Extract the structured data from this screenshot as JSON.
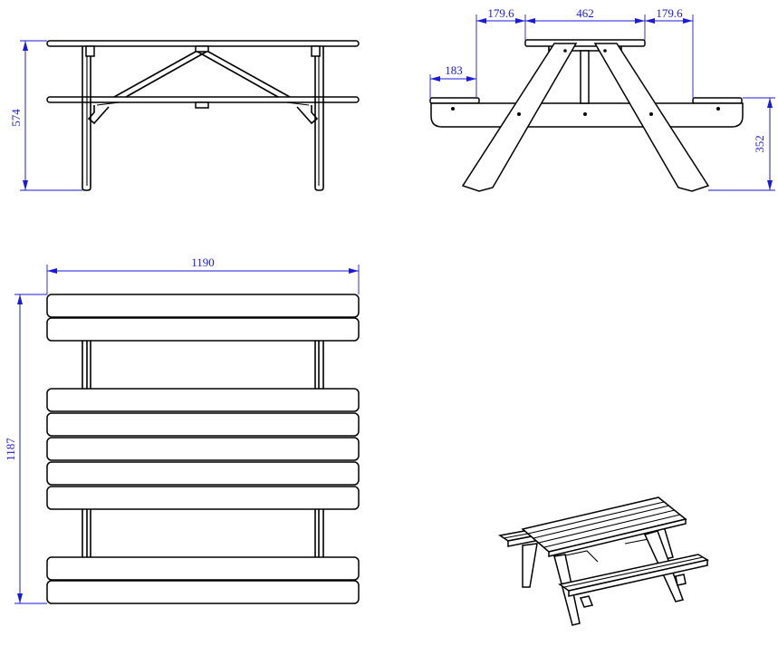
{
  "dimensions": {
    "front_height": "574",
    "side_top_width": "462",
    "side_overhang_left": "179.6",
    "side_overhang_right": "179.6",
    "side_bench_width": "183",
    "side_bench_height": "352",
    "plan_width": "1190",
    "plan_depth": "1187"
  },
  "colors": {
    "dimension": "#1a1adc",
    "outline": "#000000",
    "background": "#ffffff"
  }
}
